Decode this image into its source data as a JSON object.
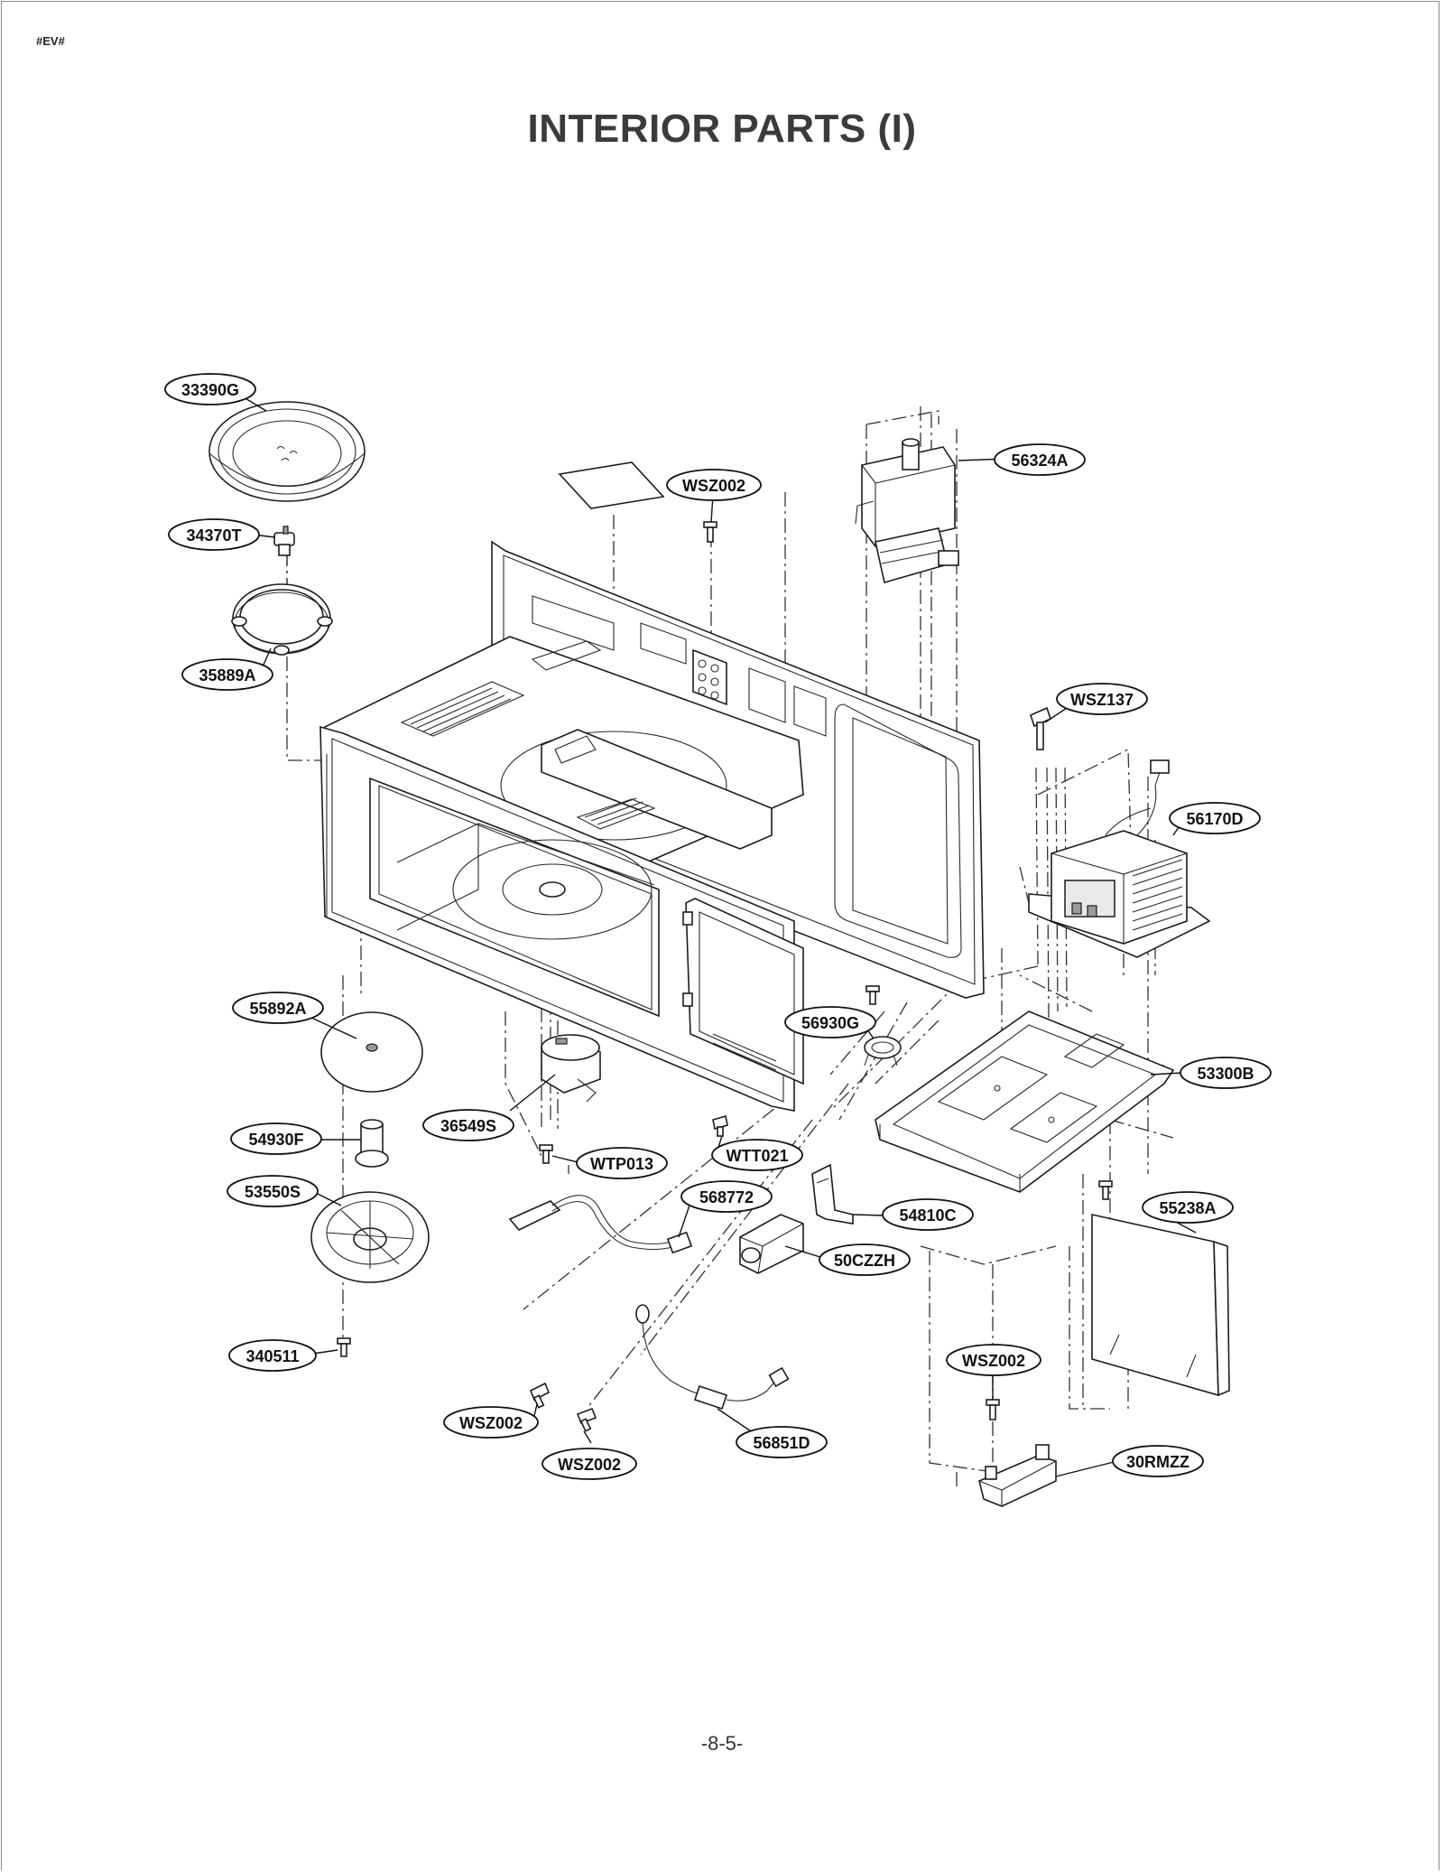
{
  "header_tag": "#EV#",
  "title": "INTERIOR PARTS (I)",
  "page_number": "-8-5-",
  "callouts": {
    "c33390G": "33390G",
    "c34370T": "34370T",
    "c35889A": "35889A",
    "cWSZ002a": "WSZ002",
    "c56324A": "56324A",
    "cWSZ137": "WSZ137",
    "c56170D": "56170D",
    "c55892A": "55892A",
    "c56930G": "56930G",
    "c53300B": "53300B",
    "c36549S": "36549S",
    "c54930F": "54930F",
    "cWTP013": "WTP013",
    "cWTT021": "WTT021",
    "c53550S": "53550S",
    "c568772": "568772",
    "c54810C": "54810C",
    "c55238A": "55238A",
    "c50CZZH": "50CZZH",
    "c340511": "340511",
    "cWSZ002b": "WSZ002",
    "cWSZ002c": "WSZ002",
    "cWSZ002d": "WSZ002",
    "c56851D": "56851D",
    "c30RMZZ": "30RMZZ"
  }
}
